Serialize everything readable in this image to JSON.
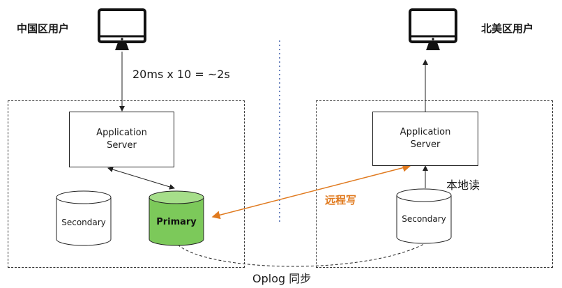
{
  "china_user": {
    "label": "中国区用户"
  },
  "us_user": {
    "label": "北美区用户"
  },
  "latency_note": "20ms x 10 =  ~2s",
  "china_region": {
    "server": {
      "line1": "Application",
      "line2": "Server"
    },
    "secondary_label": "Secondary",
    "primary_label": "Primary"
  },
  "us_region": {
    "server": {
      "line1": "Application",
      "line2": "Server"
    },
    "secondary_label": "Secondary"
  },
  "local_read_label": "本地读",
  "remote_write_label": "远程写",
  "oplog_sync_label": "Oplog 同步",
  "colors": {
    "primary_fill": "#7cc95a",
    "primary_top": "#a6de8a",
    "remote_write": "#e07a1f",
    "line": "#222222"
  }
}
